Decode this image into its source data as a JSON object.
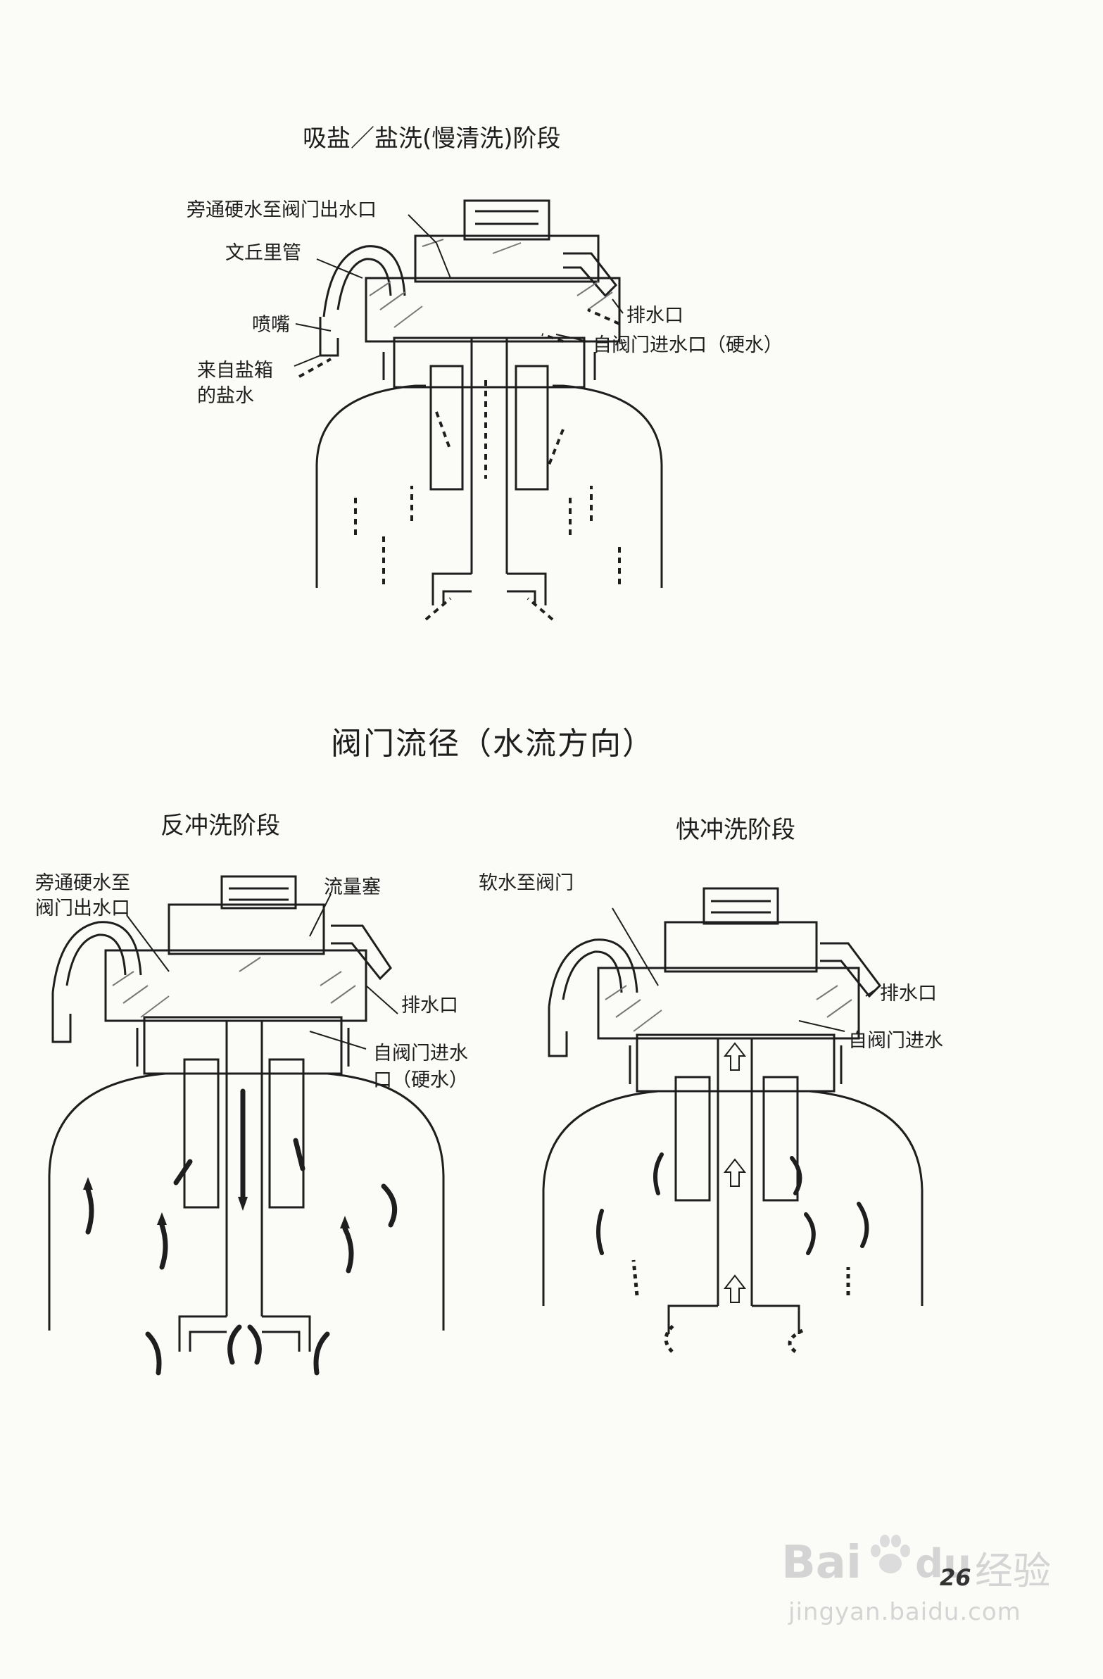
{
  "top_section": {
    "title": "吸盐／盐洗(慢清洗)阶段",
    "labels": {
      "bypass": "旁通硬水至阀门出水口",
      "venturi": "文丘里管",
      "nozzle": "喷嘴",
      "brine_line1": "来自盐箱",
      "brine_line2": "的盐水",
      "drain": "排水口",
      "inlet": "自阀门进水口（硬水）"
    }
  },
  "main_title": "阀门流径（水流方向）",
  "backwash": {
    "title": "反冲洗阶段",
    "labels": {
      "bypass_line1": "旁通硬水至",
      "bypass_line2": "阀门出水口",
      "flow_plug": "流量塞",
      "drain": "排水口",
      "inlet_line1": "自阀门进水",
      "inlet_line2": "口（硬水）"
    }
  },
  "rapid_rinse": {
    "title": "快冲洗阶段",
    "labels": {
      "soft_water": "软水至阀门",
      "drain": "排水口",
      "inlet": "自阀门进水"
    }
  },
  "page_number": "26",
  "watermark": {
    "brand": "Bai",
    "brand2": "du",
    "service": "经验",
    "url": "jingyan.baidu.com"
  },
  "colors": {
    "ink": "#1e1e1e",
    "hatch": "#777777",
    "paper": "#fbfbf8",
    "watermark": "#d4d4d4"
  }
}
